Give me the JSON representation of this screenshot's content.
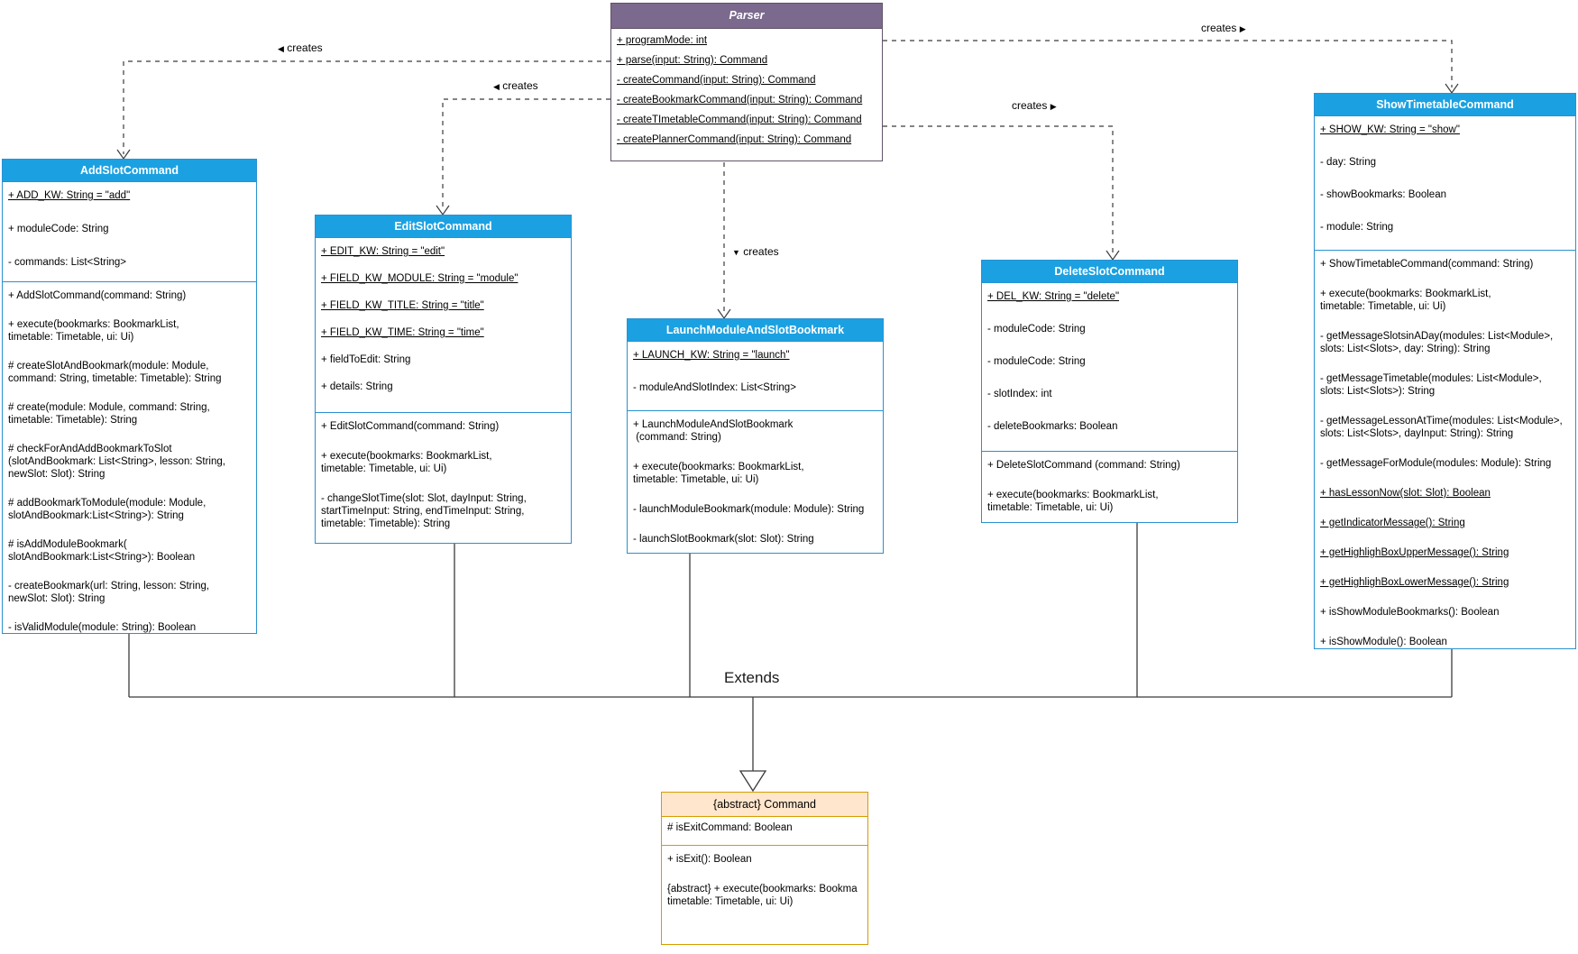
{
  "diagram": {
    "labels": {
      "creates": "creates",
      "extends": "Extends"
    },
    "icons": {
      "left": "◀",
      "right": "▶",
      "down": "▼"
    },
    "colors": {
      "blue_header": "#1BA1E2",
      "blue_border": "#2a91d0",
      "purple_header": "#7b6a8d",
      "orange_fill": "#ffe6cc",
      "orange_border": "#d79b00"
    },
    "classes": [
      {
        "title": "Parser",
        "attributes": [
          {
            "t": "+ programMode: int",
            "u": true
          },
          {
            "t": "+ parse(input: String): Command",
            "u": true
          },
          {
            "t": "- createCommand(input: String): Command",
            "u": true
          },
          {
            "t": "- createBookmarkCommand(input: String): Command",
            "u": true
          },
          {
            "t": "- createTImetableCommand(input: String): Command",
            "u": true
          },
          {
            "t": "- createPlannerCommand(input: String): Command",
            "u": true
          }
        ],
        "methods": []
      },
      {
        "title": "AddSlotCommand",
        "attributes": [
          {
            "t": "+ ADD_KW: String = \"add\"",
            "u": true
          },
          {
            "t": "+ moduleCode: String",
            "u": false
          },
          {
            "t": "- commands: List<String>",
            "u": false
          }
        ],
        "methods": [
          {
            "t": "+ AddSlotCommand(command: String)",
            "u": false
          },
          {
            "t": "+ execute(bookmarks: BookmarkList,\ntimetable: Timetable, ui: Ui)",
            "u": false
          },
          {
            "t": "# createSlotAndBookmark(module: Module,\ncommand: String, timetable: Timetable): String",
            "u": false
          },
          {
            "t": "# create(module: Module, command: String,\ntimetable: Timetable): String",
            "u": false
          },
          {
            "t": "# checkForAndAddBookmarkToSlot\n(slotAndBookmark: List<String>, lesson: String,\nnewSlot: Slot): String",
            "u": false
          },
          {
            "t": "# addBookmarkToModule(module: Module,\nslotAndBookmark:List<String>): String",
            "u": false
          },
          {
            "t": "# isAddModuleBookmark(\nslotAndBookmark:List<String>): Boolean",
            "u": false
          },
          {
            "t": "- createBookmark(url: String, lesson: String,\nnewSlot: Slot): String",
            "u": false
          },
          {
            "t": "- isValidModule(module: String): Boolean",
            "u": false
          }
        ]
      },
      {
        "title": "EditSlotCommand",
        "attributes": [
          {
            "t": "+ EDIT_KW: String = \"edit\"",
            "u": true
          },
          {
            "t": "+ FIELD_KW_MODULE: String = \"module\"",
            "u": true
          },
          {
            "t": "+ FIELD_KW_TITLE: String = \"title\"",
            "u": true
          },
          {
            "t": "+ FIELD_KW_TIME: String = \"time\"",
            "u": true
          },
          {
            "t": "+ fieldToEdit: String",
            "u": false
          },
          {
            "t": "+ details: String",
            "u": false
          }
        ],
        "methods": [
          {
            "t": "+ EditSlotCommand(command: String)",
            "u": false
          },
          {
            "t": "+ execute(bookmarks: BookmarkList,\ntimetable: Timetable, ui: Ui)",
            "u": false
          },
          {
            "t": "- changeSlotTime(slot: Slot, dayInput: String,\nstartTimeInput: String, endTimeInput: String,\ntimetable: Timetable): String",
            "u": false
          }
        ]
      },
      {
        "title": "LaunchModuleAndSlotBookmark",
        "attributes": [
          {
            "t": "+ LAUNCH_KW: String = \"launch\"",
            "u": true
          },
          {
            "t": "- moduleAndSlotIndex: List<String>",
            "u": false
          }
        ],
        "methods": [
          {
            "t": "+ LaunchModuleAndSlotBookmark\n (command: String)",
            "u": false
          },
          {
            "t": "+ execute(bookmarks: BookmarkList,\ntimetable: Timetable, ui: Ui)",
            "u": false
          },
          {
            "t": "- launchModuleBookmark(module: Module): String",
            "u": false
          },
          {
            "t": "- launchSlotBookmark(slot: Slot): String",
            "u": false
          }
        ]
      },
      {
        "title": "DeleteSlotCommand",
        "attributes": [
          {
            "t": "+ DEL_KW: String = \"delete\"",
            "u": true
          },
          {
            "t": "- moduleCode: String",
            "u": false
          },
          {
            "t": "- moduleCode: String",
            "u": false
          },
          {
            "t": "- slotIndex: int",
            "u": false
          },
          {
            "t": "- deleteBookmarks: Boolean",
            "u": false
          }
        ],
        "methods": [
          {
            "t": "+ DeleteSlotCommand (command: String)",
            "u": false
          },
          {
            "t": "+ execute(bookmarks: BookmarkList,\ntimetable: Timetable, ui: Ui)",
            "u": false
          }
        ]
      },
      {
        "title": "ShowTimetableCommand",
        "attributes": [
          {
            "t": "+ SHOW_KW: String = \"show\"",
            "u": true
          },
          {
            "t": "- day: String",
            "u": false
          },
          {
            "t": "- showBookmarks: Boolean",
            "u": false
          },
          {
            "t": "- module: String",
            "u": false
          }
        ],
        "methods": [
          {
            "t": "+ ShowTimetableCommand(command: String)",
            "u": false
          },
          {
            "t": "+ execute(bookmarks: BookmarkList,\ntimetable: Timetable, ui: Ui)",
            "u": false
          },
          {
            "t": "- getMessageSlotsinADay(modules: List<Module>,\nslots: List<Slots>, day: String): String",
            "u": false
          },
          {
            "t": "- getMessageTimetable(modules: List<Module>,\nslots: List<Slots>): String",
            "u": false
          },
          {
            "t": "- getMessageLessonAtTime(modules: List<Module>,\nslots: List<Slots>, dayInput: String): String",
            "u": false
          },
          {
            "t": "- getMessageForModule(modules: Module): String",
            "u": false
          },
          {
            "t": "+ hasLessonNow(slot: Slot): Boolean",
            "u": true
          },
          {
            "t": "+ getIndicatorMessage(): String",
            "u": true
          },
          {
            "t": "+ getHighlighBoxUpperMessage(): String",
            "u": true
          },
          {
            "t": "+ getHighlighBoxLowerMessage(): String",
            "u": true
          },
          {
            "t": "+ isShowModuleBookmarks(): Boolean",
            "u": false
          },
          {
            "t": "+ isShowModule(): Boolean",
            "u": false
          }
        ]
      },
      {
        "title": "{abstract} Command",
        "attributes": [
          {
            "t": "# isExitCommand: Boolean",
            "u": false
          }
        ],
        "methods": [
          {
            "t": "+ isExit(): Boolean",
            "u": false
          },
          {
            "t": "{abstract} + execute(bookmarks: Bookma\ntimetable: Timetable, ui: Ui)",
            "u": false
          }
        ]
      }
    ]
  }
}
